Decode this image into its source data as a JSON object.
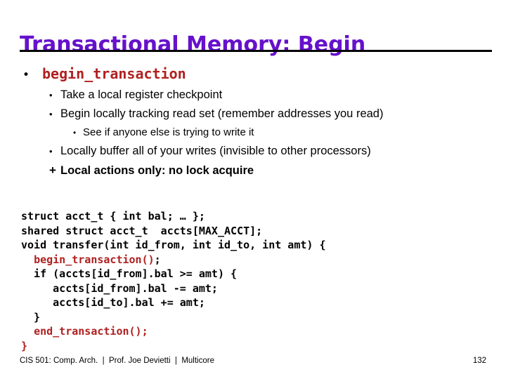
{
  "slide": {
    "title": "Transactional Memory: Begin",
    "title_color": "#6611cc",
    "rule_color": "#000000",
    "accent_code_color": "#b02020",
    "background": "#ffffff"
  },
  "bullets": [
    {
      "level": 1,
      "marker": "•",
      "text": "begin_transaction",
      "style": "code-red"
    },
    {
      "level": 2,
      "marker": "•",
      "text": "Take a local register checkpoint",
      "style": "plain"
    },
    {
      "level": 2,
      "marker": "•",
      "text": "Begin locally tracking read set (remember addresses you read)",
      "style": "plain"
    },
    {
      "level": 3,
      "marker": "•",
      "text": "See if anyone else is trying to write it",
      "style": "plain"
    },
    {
      "level": 2,
      "marker": "•",
      "text": "Locally buffer all of your writes (invisible to other processors)",
      "style": "plain"
    },
    {
      "level": 2,
      "marker": "+",
      "text": "Local actions only: no lock acquire",
      "style": "bold"
    }
  ],
  "code": {
    "lines": [
      {
        "segments": [
          {
            "t": "struct acct_t { int bal; … };",
            "c": "black"
          }
        ]
      },
      {
        "segments": [
          {
            "t": "shared struct acct_t  accts[MAX_ACCT];",
            "c": "black"
          }
        ]
      },
      {
        "segments": [
          {
            "t": "void transfer(int id_from, int id_to, int amt) {",
            "c": "black"
          }
        ]
      },
      {
        "segments": [
          {
            "t": "  ",
            "c": "black"
          },
          {
            "t": "begin_transaction()",
            "c": "red"
          },
          {
            "t": ";",
            "c": "black"
          }
        ]
      },
      {
        "segments": [
          {
            "t": "  if (accts[id_from].bal >= amt) {",
            "c": "black"
          }
        ]
      },
      {
        "segments": [
          {
            "t": "     accts[id_from].bal -= amt;",
            "c": "black"
          }
        ]
      },
      {
        "segments": [
          {
            "t": "     accts[id_to].bal += amt;",
            "c": "black"
          }
        ]
      },
      {
        "segments": [
          {
            "t": "  }",
            "c": "black"
          }
        ]
      },
      {
        "segments": [
          {
            "t": "  ",
            "c": "black"
          },
          {
            "t": "end_transaction();",
            "c": "red"
          }
        ]
      },
      {
        "segments": [
          {
            "t": "}",
            "c": "red"
          }
        ]
      }
    ]
  },
  "footer": {
    "left": "CIS 501: Comp. Arch.  |  Prof. Joe Devietti  |  Multicore",
    "page": "132"
  }
}
